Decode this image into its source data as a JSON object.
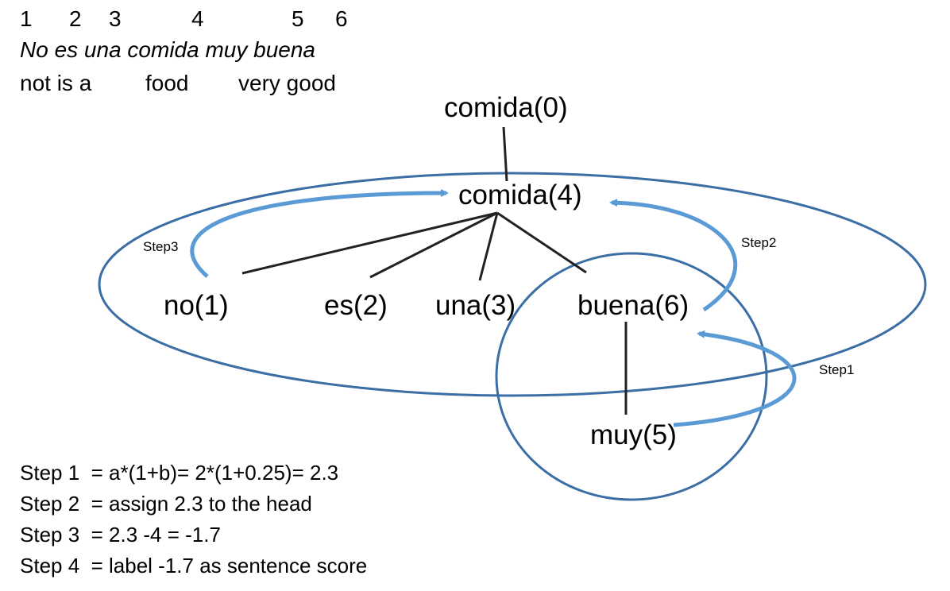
{
  "indices": [
    "1",
    "2",
    "3",
    "4",
    "5",
    "6"
  ],
  "sentence": "No es una comida muy buena",
  "gloss": [
    "not is a",
    "food",
    "very good"
  ],
  "nodes": {
    "root": "comida(0)",
    "head": "comida(4)",
    "no": "no(1)",
    "es": "es(2)",
    "una": "una(3)",
    "buena": "buena(6)",
    "muy": "muy(5)"
  },
  "step_labels": {
    "step1": "Step1",
    "step2": "Step2",
    "step3": "Step3"
  },
  "equations": [
    "Step 1  = a*(1+b)= 2*(1+0.25)= 2.3",
    "Step 2  = assign 2.3 to the head",
    "Step 3  = 2.3 -4 = -1.7",
    "Step 4  = label -1.7 as sentence score"
  ],
  "colors": {
    "ellipse_stroke": "#3a6ea5",
    "arrow": "#5b9bd5",
    "edge": "#222222"
  }
}
